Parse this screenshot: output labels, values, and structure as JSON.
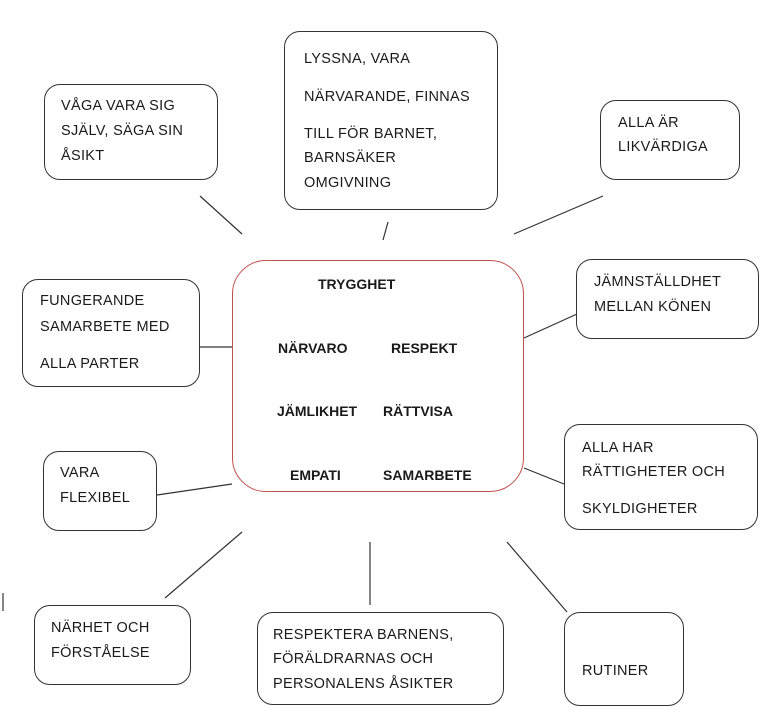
{
  "center": {
    "title": "TRYGGHET",
    "values": [
      "NÄRVARO",
      "RESPEKT",
      "JÄMLIKHET",
      "RÄTTVISA",
      "EMPATI",
      "SAMARBETE"
    ]
  },
  "boxes": {
    "vaga": [
      "VÅGA VARA SIG",
      "SJÄLV, SÄGA SIN",
      "ÅSIKT"
    ],
    "lyssna": [
      "LYSSNA, VARA",
      "NÄRVARANDE, FINNAS",
      "TILL FÖR BARNET,",
      "BARNSÄKER",
      "OMGIVNING"
    ],
    "alla_lika": [
      "ALLA ÄR",
      "LIKVÄRDIGA"
    ],
    "fungerande": [
      "FUNGERANDE",
      "SAMARBETE MED",
      "ALLA PARTER"
    ],
    "jamstalldhet": [
      "JÄMNSTÄLLDHET",
      "MELLAN KÖNEN"
    ],
    "flexibel": [
      "VARA",
      "FLEXIBEL"
    ],
    "rattigheter": [
      "ALLA HAR",
      "RÄTTIGHETER OCH",
      "SKYLDIGHETER"
    ],
    "narhet": [
      "NÄRHET OCH",
      "FÖRSTÅELSE"
    ],
    "respektera": [
      "RESPEKTERA BARNENS,",
      "FÖRÄLDRARNAS OCH",
      "PERSONALENS ÅSIKTER"
    ],
    "rutiner": [
      "RUTINER"
    ]
  }
}
